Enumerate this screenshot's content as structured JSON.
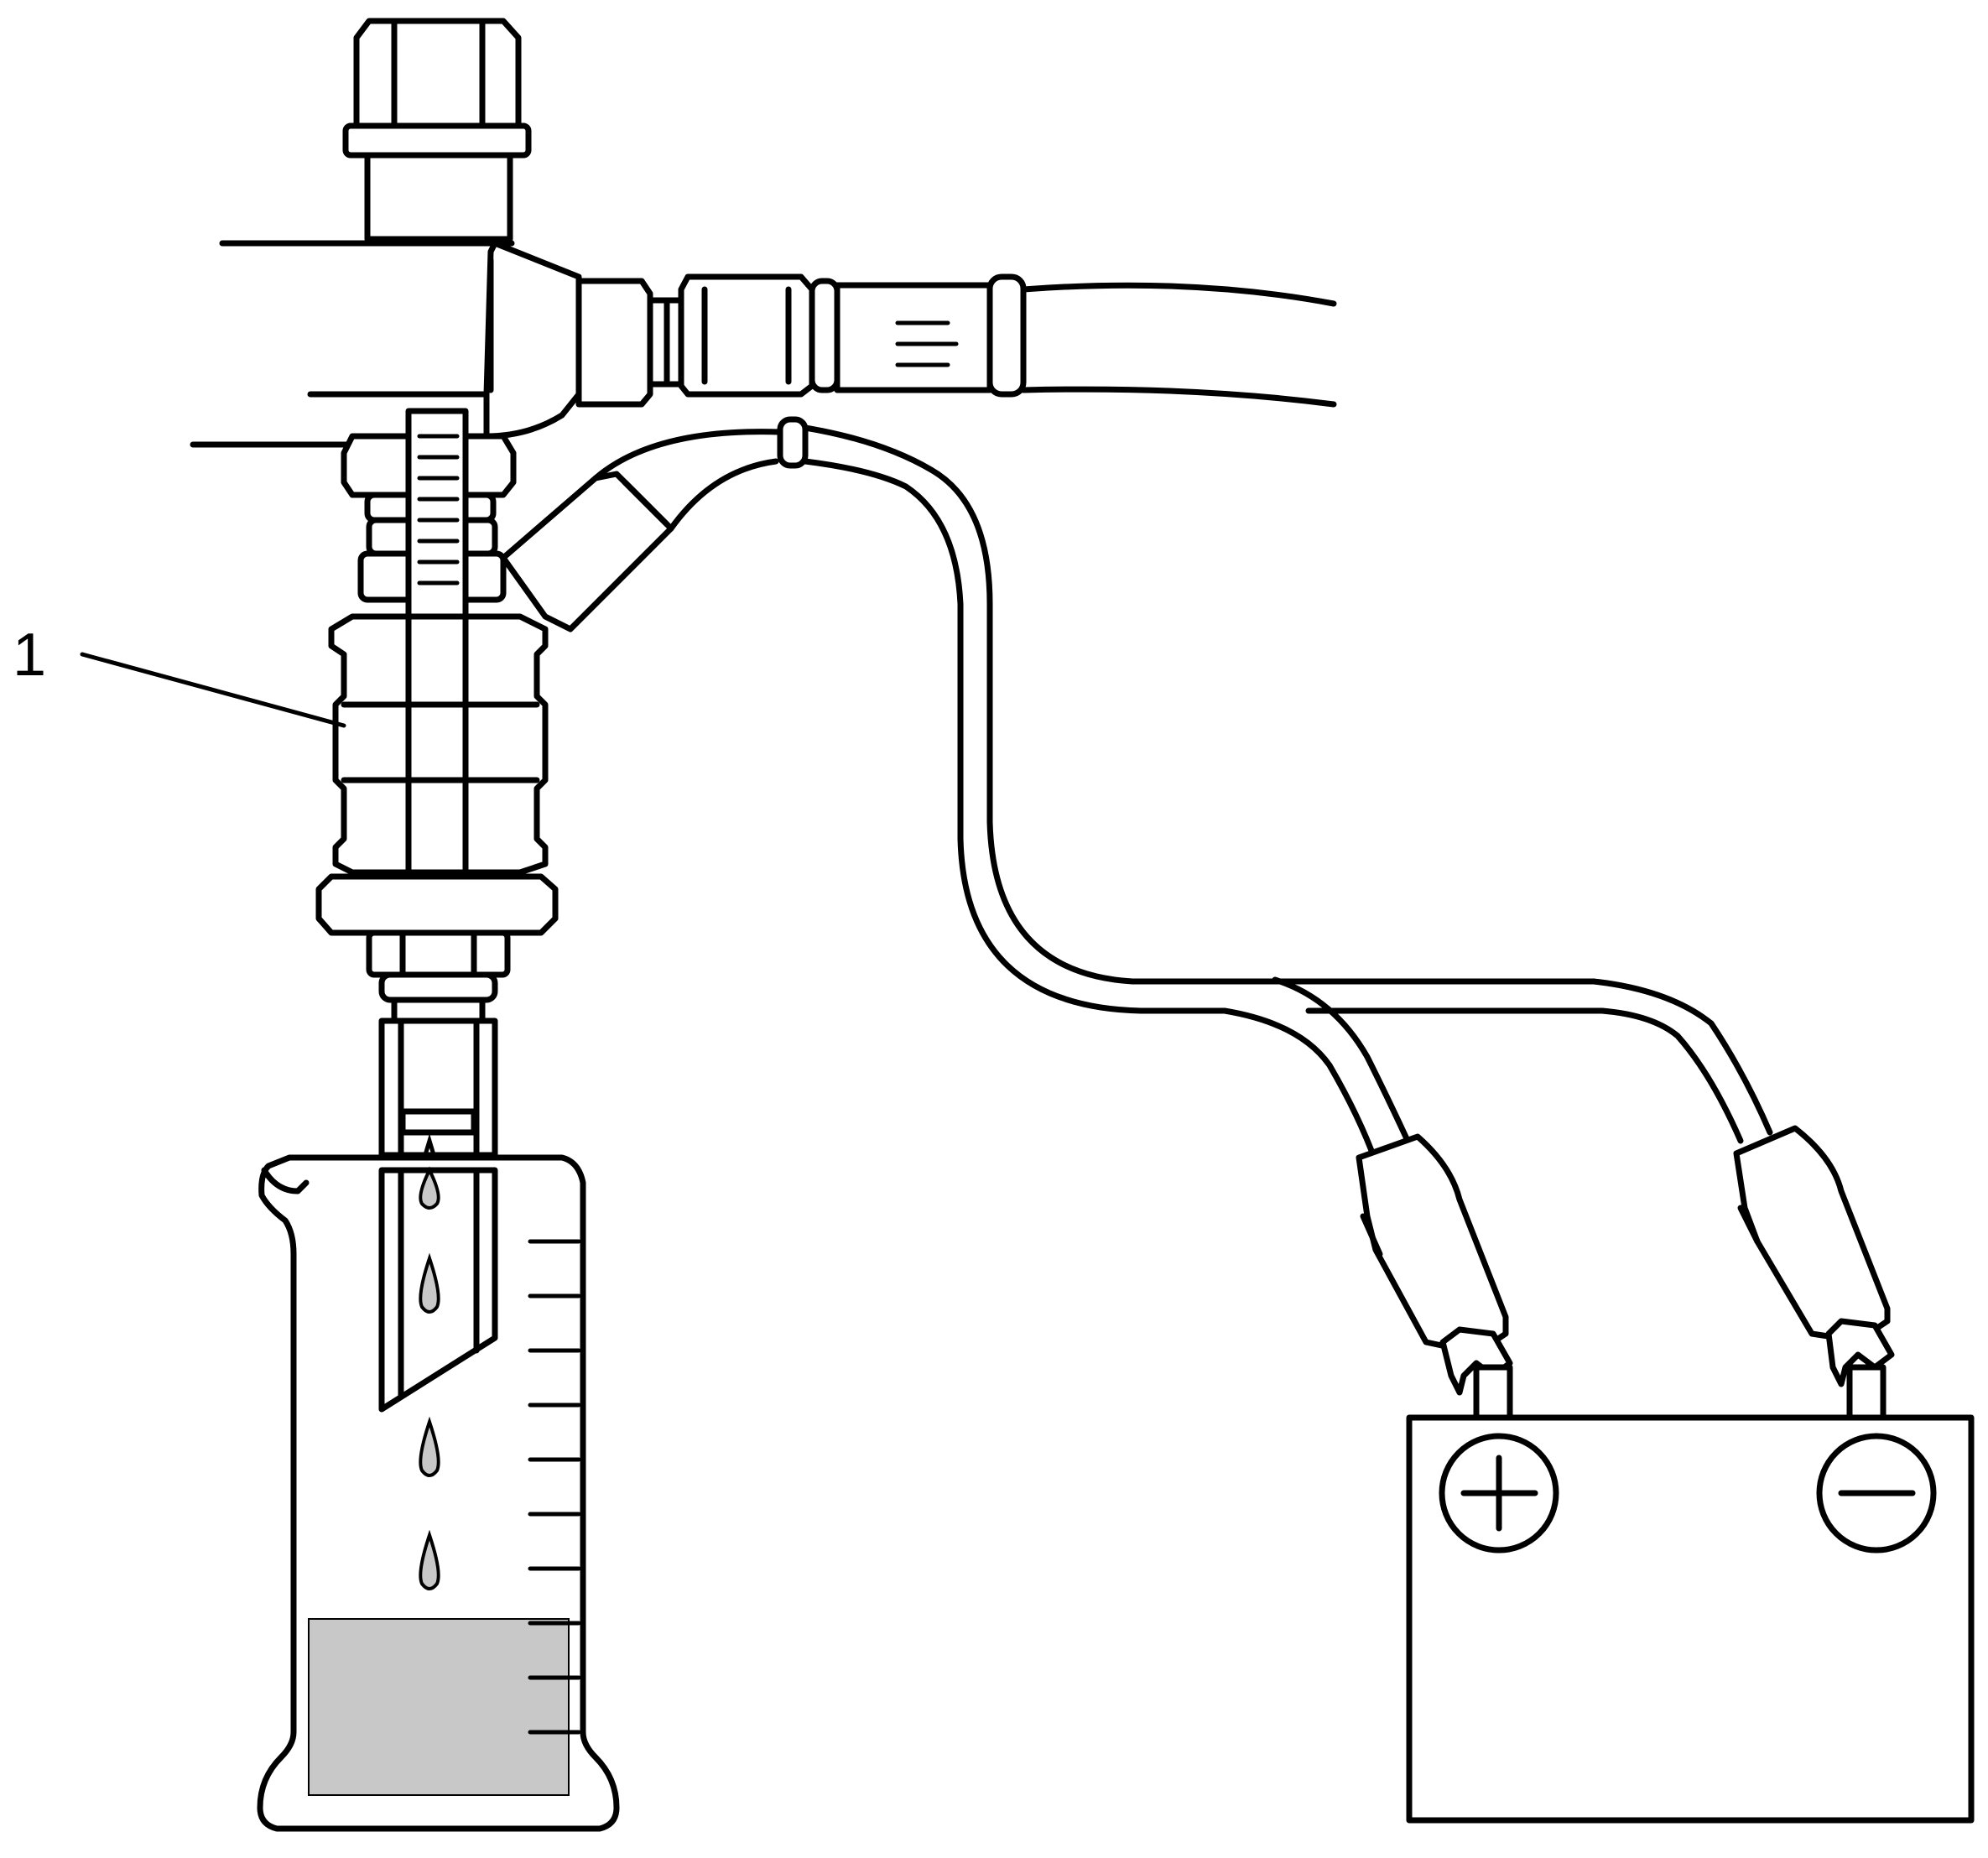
{
  "callouts": [
    {
      "id": "1",
      "label": "1",
      "target": "fuel-injector"
    }
  ],
  "battery": {
    "positive_symbol": "+",
    "negative_symbol": "−"
  },
  "beaker": {
    "graduation_count": 10,
    "fill_level_fraction": 0.3
  },
  "colors": {
    "line": "#000000",
    "liquid": "#c8c8c8",
    "background": "#ffffff"
  }
}
